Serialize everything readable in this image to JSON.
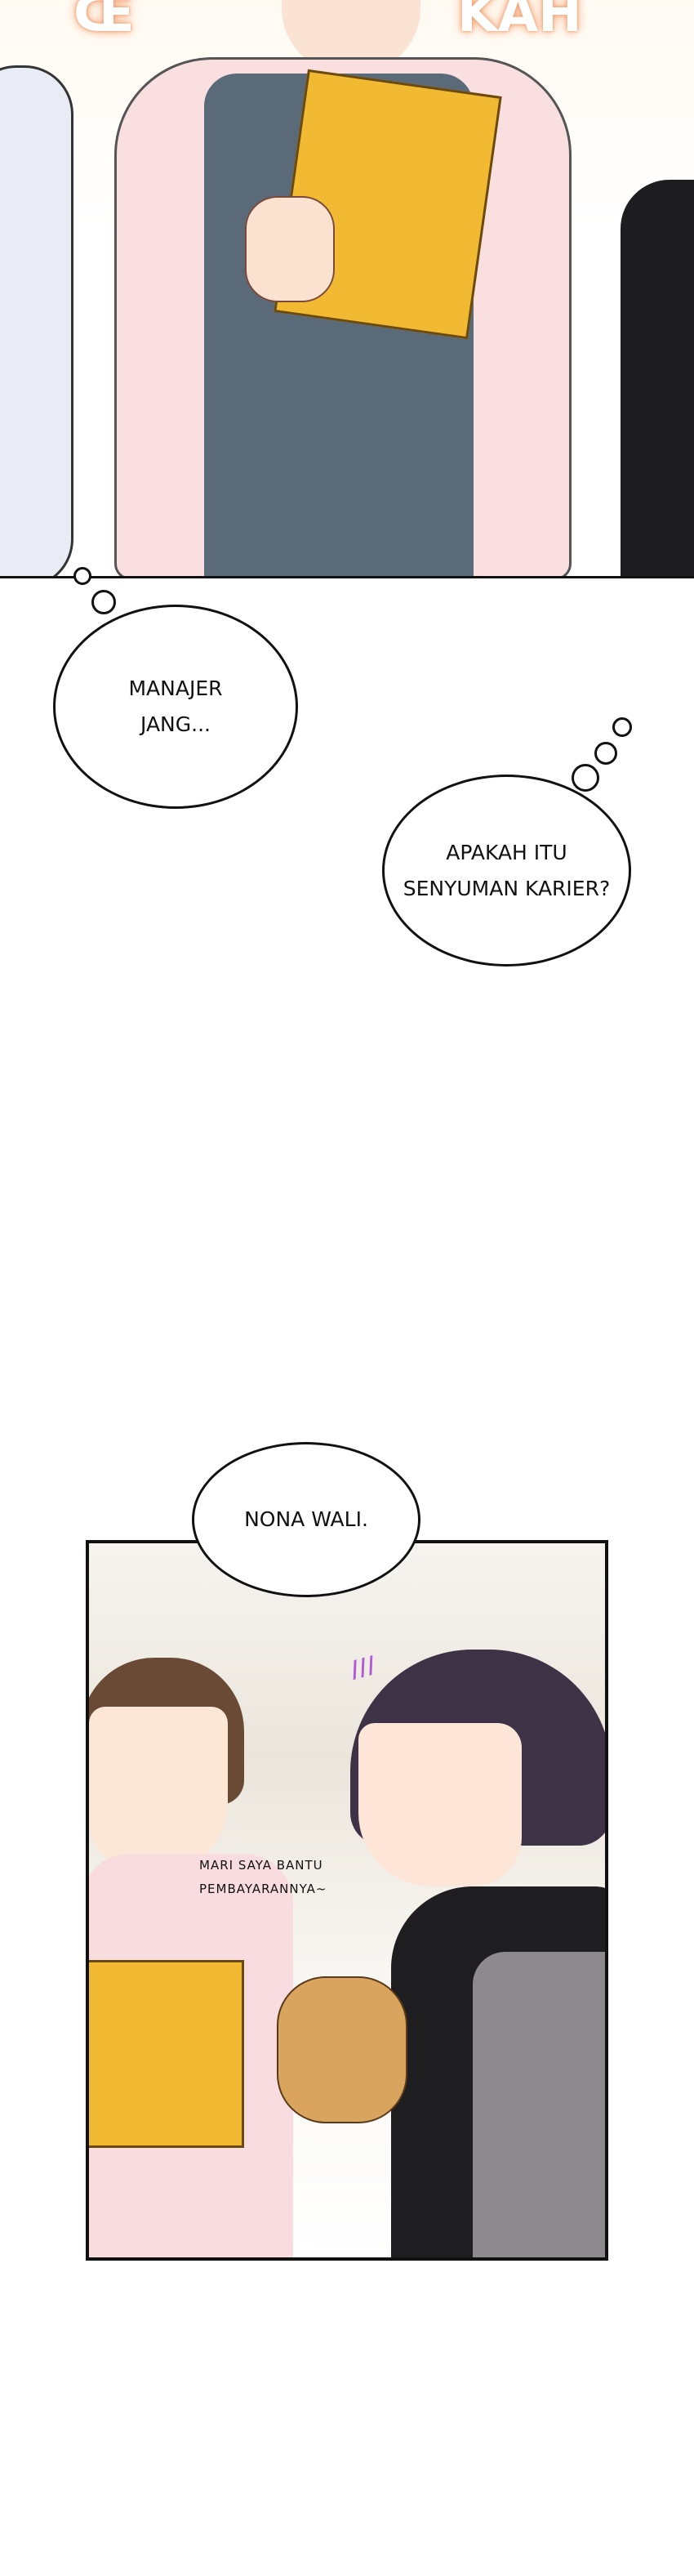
{
  "panel_top": {
    "sfx_left": "Œ",
    "sfx_right": "KAH"
  },
  "bubbles": [
    {
      "text_lines": [
        "MANAJER",
        "JANG..."
      ]
    },
    {
      "text_lines": [
        "APAKAH ITU",
        "SENYUMAN KARIER?"
      ]
    },
    {
      "text_lines": [
        "NONA WALI."
      ]
    }
  ],
  "panel_bottom": {
    "caption_lines": [
      "MARI SAYA BANTU",
      "PEMBAYARANNYA~"
    ]
  }
}
